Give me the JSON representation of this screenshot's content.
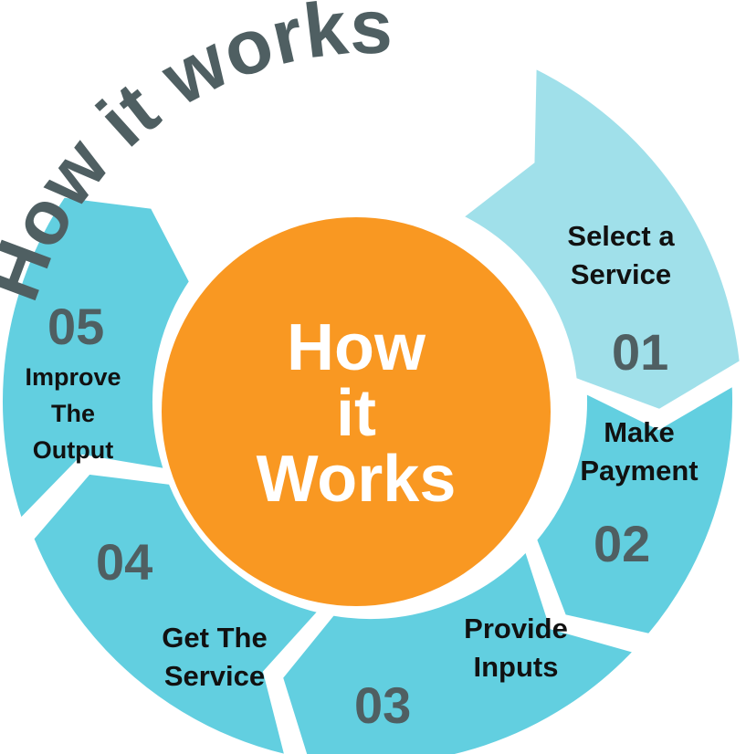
{
  "title": "How it works",
  "center_label": [
    "How",
    "it",
    "Works"
  ],
  "colors": {
    "title": "#4f5f62",
    "center": "#f99822",
    "step_light": "#a0e0ea",
    "step": "#62cfe0"
  },
  "steps": [
    {
      "number": "01",
      "label": [
        "Select a",
        "Service"
      ]
    },
    {
      "number": "02",
      "label": [
        "Make",
        "Payment"
      ]
    },
    {
      "number": "03",
      "label": [
        "Provide",
        "Inputs"
      ]
    },
    {
      "number": "04",
      "label": [
        "Get The",
        "Service"
      ]
    },
    {
      "number": "05",
      "label": [
        "Improve",
        "The",
        "Output"
      ]
    }
  ]
}
